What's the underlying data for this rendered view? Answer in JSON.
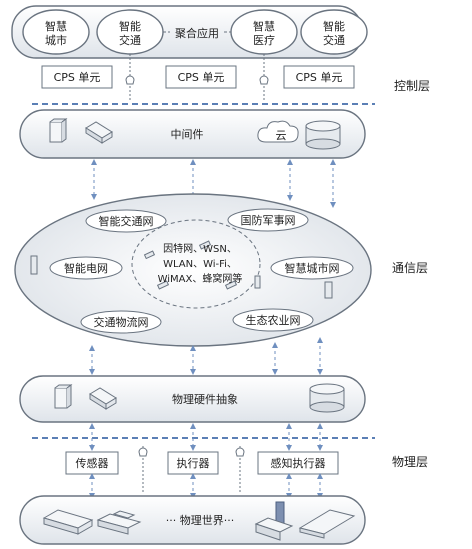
{
  "layers": {
    "control": "控制层",
    "comm": "通信层",
    "physical": "物理层"
  },
  "apps": {
    "app1": [
      "智慧",
      "城市"
    ],
    "app2": [
      "智能",
      "交通"
    ],
    "aggregate": "聚合应用",
    "app3": [
      "智慧",
      "医疗"
    ],
    "app4": [
      "智能",
      "交通"
    ]
  },
  "cps_units": [
    "CPS 单元",
    "CPS 单元",
    "CPS 单元"
  ],
  "middleware": "中间件",
  "cloud": "云",
  "networks": {
    "n1": "智能交通网",
    "n2": "国防军事网",
    "n3": "智能电网",
    "n4": "智慧城市网",
    "n5": "交通物流网",
    "n6": "生态农业网",
    "core": [
      "因特网、WSN、",
      "WLAN、Wi-Fi、",
      "WiMAX、蜂窝网等"
    ]
  },
  "hardware": "物理硬件抽象",
  "devices": {
    "sensor": "传感器",
    "actuator": "执行器",
    "sense_act": "感知执行器"
  },
  "physical_world": "··· 物理世界···",
  "colors": {
    "stroke": "#6a7480",
    "dash": "#5b7fb5",
    "fill_light": "#eef1f5",
    "arrow": "#6f8fbf"
  }
}
